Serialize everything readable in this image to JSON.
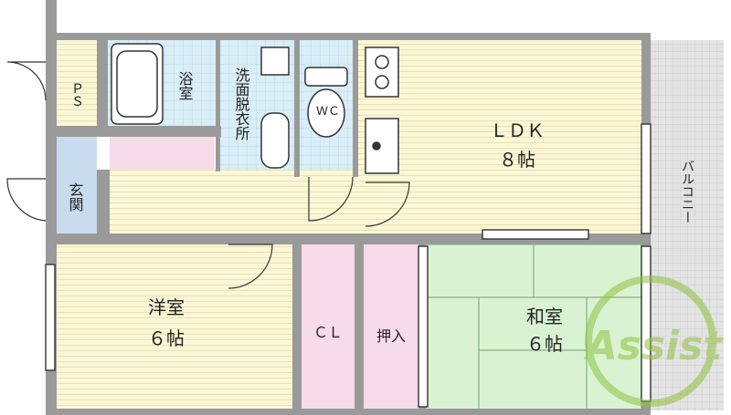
{
  "colors": {
    "wall": "#9a9a9a",
    "wall_dark": "#555555",
    "wood_floor": "#fbf7d6",
    "wood_line": "#e8e1b4",
    "wet_floor": "#d9eef6",
    "wet_grid": "#b7d7e6",
    "entrance_floor": "#c9dcef",
    "closet_floor": "#f6dbe9",
    "tatami": "#d9f2d2",
    "tatami_line": "#8fb88a",
    "balcony": "#e3e3e3",
    "balcony_grid": "#c7c7c7",
    "watermark": "#8fc23f",
    "watermark_red": "#e0304b"
  },
  "rooms": {
    "ps": "ＰＳ",
    "bath": "浴室",
    "washroom": "洗面脱衣所",
    "wc": "ＷＣ",
    "ldk_name": "ＬＤＫ",
    "ldk_size": "８帖",
    "entrance": "玄関",
    "western_name": "洋室",
    "western_size": "６帖",
    "closet": "ＣＬ",
    "oshiire": "押入",
    "japanese_name": "和室",
    "japanese_size": "６帖",
    "balcony": "バルコニー"
  },
  "icons": {
    "bathtub": "bathtub-icon",
    "washbasin": "washbasin-icon",
    "toilet": "toilet-icon",
    "stove": "stove-icon",
    "sink": "sink-icon",
    "logo": "assist-logo"
  },
  "watermark": {
    "text": "Assist"
  }
}
